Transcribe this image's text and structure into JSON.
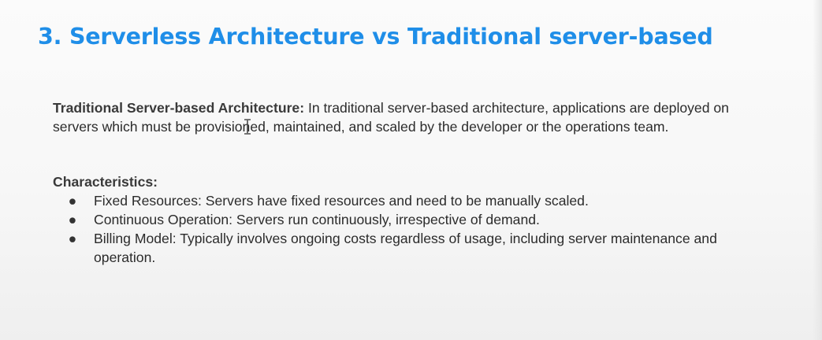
{
  "slide": {
    "title": "3. Serverless Architecture vs Traditional server-based",
    "intro_lead": "Traditional Server-based Architecture:",
    "intro_text": " In traditional server-based architecture, applications are deployed on servers which must be provisioned, maintained, and scaled by the developer or the operations team.",
    "characteristics_heading": "Characteristics:",
    "bullet_glyph": "●",
    "characteristics": [
      "Fixed Resources: Servers have fixed resources and need to be manually scaled.",
      "Continuous Operation: Servers run continuously, irrespective of demand.",
      "Billing Model: Typically involves ongoing costs regardless of usage, including server maintenance and operation."
    ]
  },
  "colors": {
    "title": "#1f8ee8",
    "body_text": "#2b2b2b",
    "background": "#f7f7f7"
  },
  "icons": {
    "cursor": "text-cursor-icon"
  }
}
